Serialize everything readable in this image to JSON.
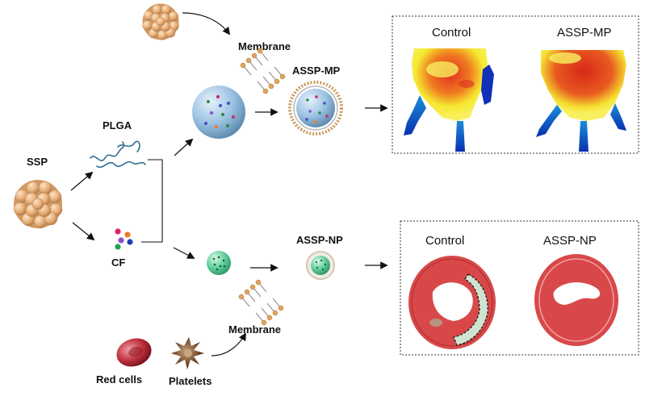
{
  "labels": {
    "ssp": "SSP",
    "plga": "PLGA",
    "cf": "CF",
    "membrane_top": "Membrane",
    "membrane_bottom": "Membrane",
    "assp_mp": "ASSP-MP",
    "assp_np": "ASSP-NP",
    "red_cells": "Red cells",
    "platelets": "Platelets"
  },
  "panel_top": {
    "left_label": "Control",
    "right_label": "ASSP-MP"
  },
  "panel_bottom": {
    "left_label": "Control",
    "right_label": "ASSP-NP"
  },
  "icons": {
    "cell_cluster": "cell-cluster-icon",
    "polymer": "polymer-strand-icon",
    "factors": "colored-dots-icon",
    "bilayer": "lipid-bilayer-icon",
    "microparticle": "microparticle-icon",
    "nanoparticle": "nanoparticle-icon",
    "red_cell": "red-blood-cell-icon",
    "platelet": "platelet-icon"
  },
  "colors": {
    "cell_orange": "#e8b07a",
    "mp_blue": "#9cc3e3",
    "np_green": "#5fcf9a",
    "heat_red": "#e03020",
    "heat_yellow": "#f5e830",
    "stain_red": "#d84848"
  }
}
